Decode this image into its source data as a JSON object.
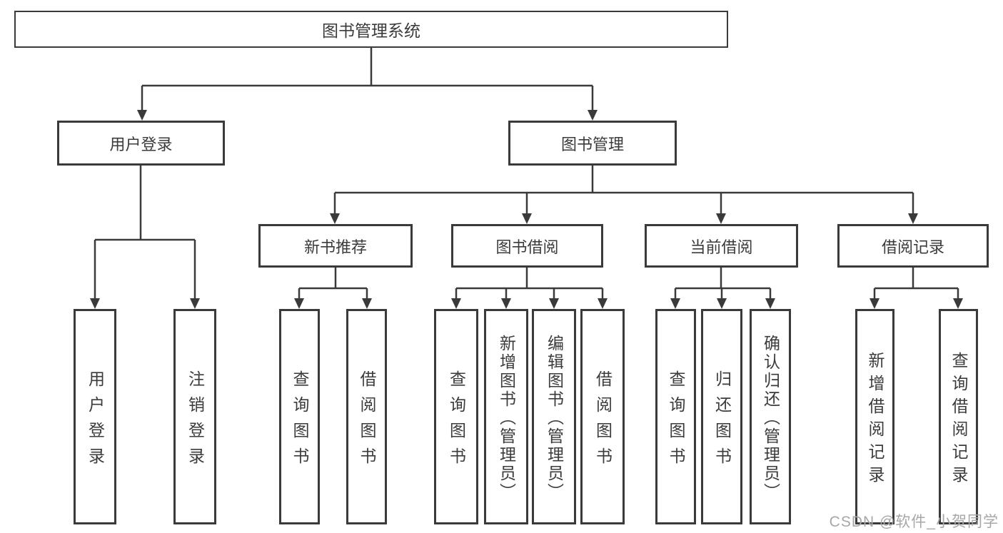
{
  "diagram": {
    "title": "图书管理系统",
    "root": {
      "label": "图书管理系统"
    },
    "level2": [
      {
        "label": "用户登录"
      },
      {
        "label": "图书管理"
      }
    ],
    "level3": [
      {
        "label": "新书推荐"
      },
      {
        "label": "图书借阅"
      },
      {
        "label": "当前借阅"
      },
      {
        "label": "借阅记录"
      }
    ],
    "leaves": {
      "user_login": [
        {
          "label": "用户登录"
        },
        {
          "label": "注销登录"
        }
      ],
      "new_book_recommend": [
        {
          "label": "查询图书"
        },
        {
          "label": "借阅图书"
        }
      ],
      "book_borrowing": [
        {
          "label": "查询图书"
        },
        {
          "label": "新增图书（管理员）"
        },
        {
          "label": "编辑图书（管理员）"
        },
        {
          "label": "借阅图书"
        }
      ],
      "current_borrowing": [
        {
          "label": "查询图书"
        },
        {
          "label": "归还图书"
        },
        {
          "label": "确认归还（管理员）"
        }
      ],
      "borrowing_records": [
        {
          "label": "新增借阅记录"
        },
        {
          "label": "查询借阅记录"
        }
      ]
    },
    "line_color": "#3a3a3a",
    "box_border_color": "#3a3a3a",
    "text_color": "#3b3b3b",
    "background_color": "#ffffff"
  },
  "watermark": {
    "text": "CSDN @软件_小贺同学",
    "color": "#a7a7a7"
  }
}
